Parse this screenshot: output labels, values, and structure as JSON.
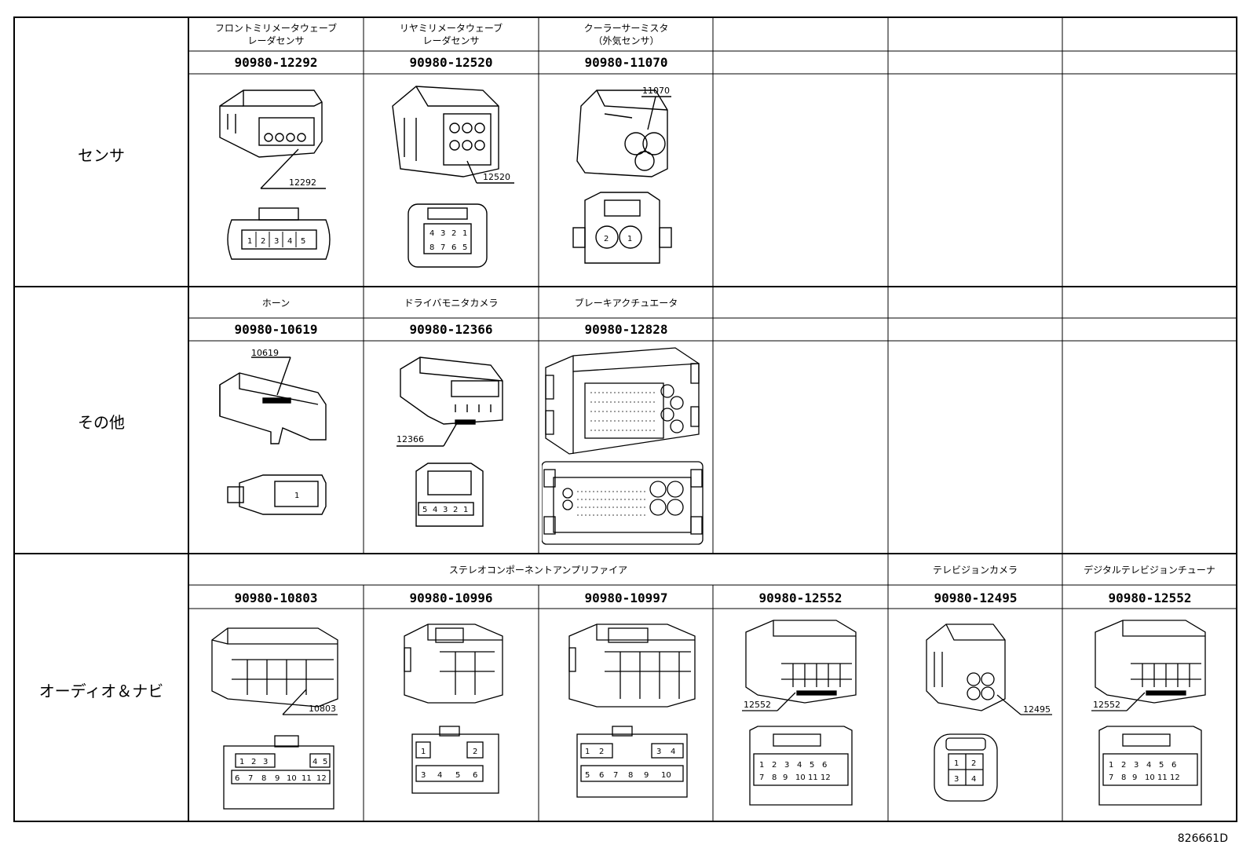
{
  "sections": [
    {
      "category": "センサ",
      "columns": [
        {
          "label_lines": [
            "フロントミリメータウェーブ",
            "レーダセンサ"
          ],
          "part": "90980-12292",
          "callout": "12292",
          "pins": [
            "1",
            "2",
            "3",
            "4",
            "5"
          ]
        },
        {
          "label_lines": [
            "リヤミリメータウェーブ",
            "レーダセンサ"
          ],
          "part": "90980-12520",
          "callout": "12520",
          "pins": [
            "4",
            "3",
            "2",
            "1",
            "8",
            "7",
            "6",
            "5"
          ]
        },
        {
          "label_lines": [
            "クーラーサーミスタ",
            "（外気センサ）"
          ],
          "part": "90980-11070",
          "callout": "11070",
          "pins": [
            "2",
            "1"
          ]
        }
      ]
    },
    {
      "category": "その他",
      "columns": [
        {
          "label_lines": [
            "ホーン"
          ],
          "part": "90980-10619",
          "callout": "10619",
          "pins": [
            "1"
          ]
        },
        {
          "label_lines": [
            "ドライバモニタカメラ"
          ],
          "part": "90980-12366",
          "callout": "12366",
          "pins": [
            "5",
            "4",
            "3",
            "2",
            "1"
          ]
        },
        {
          "label_lines": [
            "ブレーキアクチュエータ"
          ],
          "part": "90980-12828",
          "callout": "",
          "pins": []
        }
      ]
    },
    {
      "category": "オーディオ＆ナビ",
      "group_labels": [
        {
          "text": "ステレオコンポーネントアンプリファイア",
          "span": 4
        },
        {
          "text": "テレビジョンカメラ",
          "span": 1
        },
        {
          "text": "デジタルテレビジョンチューナ",
          "span": 1
        }
      ],
      "columns": [
        {
          "part": "90980-10803",
          "callout": "10803",
          "pins_top": [
            "1",
            "2",
            "3",
            "4",
            "5"
          ],
          "pins_bottom": [
            "6",
            "7",
            "8",
            "9",
            "10",
            "11",
            "12"
          ]
        },
        {
          "part": "90980-10996",
          "callout": "",
          "pins_top": [
            "1",
            "2"
          ],
          "pins_bottom": [
            "3",
            "4",
            "5",
            "6"
          ]
        },
        {
          "part": "90980-10997",
          "callout": "",
          "pins_top": [
            "1",
            "2",
            "3",
            "4"
          ],
          "pins_bottom": [
            "5",
            "6",
            "7",
            "8",
            "9",
            "10"
          ]
        },
        {
          "part": "90980-12552",
          "callout": "12552",
          "pins_top": [
            "1",
            "2",
            "3",
            "4",
            "5",
            "6"
          ],
          "pins_bottom": [
            "7",
            "8",
            "9",
            "10",
            "11",
            "12"
          ]
        },
        {
          "part": "90980-12495",
          "callout": "12495",
          "pins_top": [
            "1",
            "2"
          ],
          "pins_bottom": [
            "3",
            "4"
          ]
        },
        {
          "part": "90980-12552",
          "callout": "12552",
          "pins_top": [
            "1",
            "2",
            "3",
            "4",
            "5",
            "6"
          ],
          "pins_bottom": [
            "7",
            "8",
            "9",
            "10",
            "11",
            "12"
          ]
        }
      ]
    }
  ],
  "figure_id": "826661D"
}
